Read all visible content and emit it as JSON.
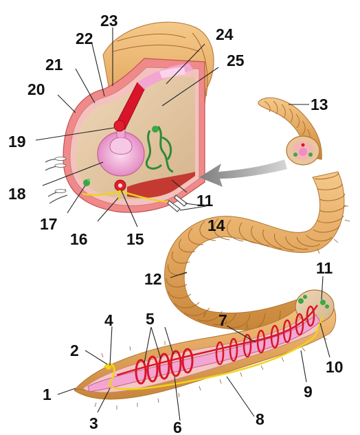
{
  "diagram": {
    "labels": {
      "n1": "1",
      "n2": "2",
      "n3": "3",
      "n4": "4",
      "n5": "5",
      "n6": "6",
      "n7": "7",
      "n8": "8",
      "n9": "9",
      "n10": "10",
      "n11a": "11",
      "n11b": "11",
      "n12": "12",
      "n13": "13",
      "n14": "14",
      "n15": "15",
      "n16": "16",
      "n17": "17",
      "n18": "18",
      "n19": "19",
      "n20": "20",
      "n21": "21",
      "n22": "22",
      "n23": "23",
      "n24": "24",
      "n25": "25"
    }
  },
  "colors": {
    "skin": "#e8b36a",
    "skin_dark": "#c98a3e",
    "cuticle": "#f2a0a0",
    "cavity": "#d9b994",
    "gut": "#f3a6d2",
    "vessel": "#d8152a",
    "nerve": "#f1d21e",
    "nephridia": "#3aa845",
    "arrow": "#9a9a9a"
  }
}
